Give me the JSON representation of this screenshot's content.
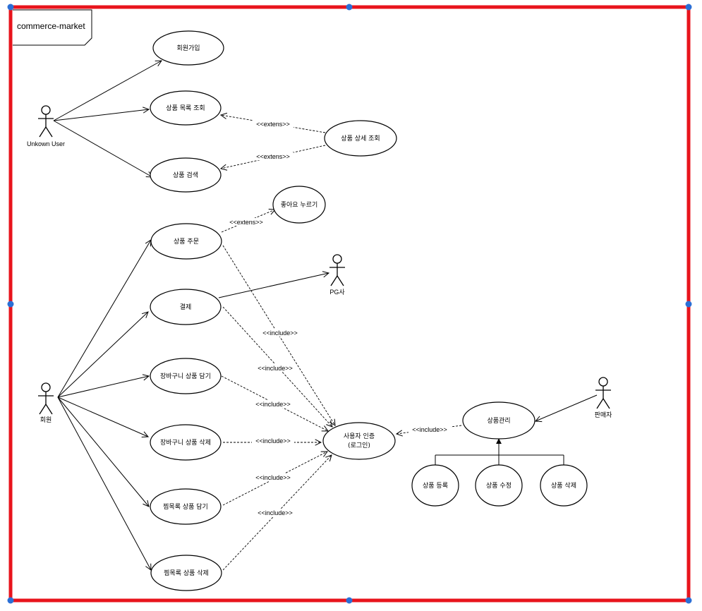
{
  "frame": {
    "title": "commerce-market",
    "border_color": "#e8141c",
    "handle_color": "#2a6fd6"
  },
  "actors": {
    "unknown_user": "Unkown User",
    "member": "회원",
    "pg": "PG사",
    "seller": "판매자"
  },
  "use_cases": {
    "signup": "회원가입",
    "product_list": "상품 목록 조회",
    "product_detail": "상품 상세 조회",
    "product_search": "상품 검색",
    "like": "좋아요 누르기",
    "order": "상품 주문",
    "payment": "결제",
    "cart_add": "장바구니 상품 담기",
    "cart_remove": "장바구니 상품 삭제",
    "wish_add": "찜목록 상품 담기",
    "wish_remove": "찜목록 상품 삭제",
    "auth_line1": "사용자 인증",
    "auth_line2": "(로그인)",
    "product_manage": "상품관리",
    "product_register": "상품 등록",
    "product_edit": "상품 수정",
    "product_delete": "상품 삭제"
  },
  "stereotypes": {
    "extend": "<<extens>>",
    "include": "<<include>>"
  }
}
